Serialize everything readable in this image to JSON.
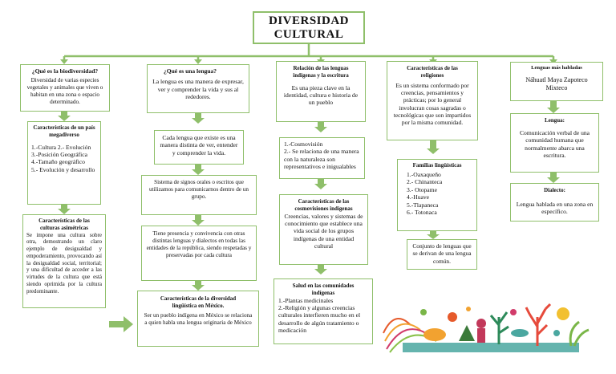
{
  "title_line1": "DIVERSIDAD",
  "title_line2": "CULTURAL",
  "col1": {
    "box1_title": "¿Qué es la biodiversidad?",
    "box1_text": "Diversidad de varias especies vegetales y animales que viven o habitan en una zona o espacio determinado.",
    "box2_title_a": "Características de un país",
    "box2_title_b": "megadiverso",
    "box2_items": [
      "1.-Cultura  2.- Evolución",
      "3.-Posición Geográfica",
      "4.-Tamaño geográfico",
      "5.- Evolución y desarrollo"
    ],
    "box3_title_a": "Características de las",
    "box3_title_b": "culturas asimétricas",
    "box3_text": "Se impone una cultura sobre otra, demostrando un claro ejemplo de desigualdad y empoderamiento, provocando así la desigualdad social, territorial; y una dificultad de acceder a las virtudes de la cultura que está siendo oprimida por la cultura predominante."
  },
  "col2": {
    "box1_title": "¿Qué es una lengua?",
    "box1_text": "La lengua es una manera de expresar, ver y comprender la vida y sus al rededores.",
    "box2_text": "Cada lengua que existe es una manera distinta de ver, entender y comprender la vida.",
    "box3_text": "Sistema de signos orales o escritos que utilizamos para comunicarnos dentro de un grupo.",
    "box4_text": "Tiene presencia y convivencia con otras distintas lenguas y dialectos en todas las entidades de la república, siendo respetadas y preservadas por cada cultura",
    "box5_title_a": "Características de la diversidad",
    "box5_title_b": "lingüística en México.",
    "box5_text": "Ser un pueblo indígena en México se relaciona a quien habla una lengua originaria de México"
  },
  "col3": {
    "box1_title_a": "Relación de las lenguas",
    "box1_title_b": "indígenas y la escritura",
    "box1_text": "Es una pieza clave en la identidad, cultura e historia de un pueblo",
    "box2_items": [
      "1.-Cosmovisión",
      "2.- Se relaciona de una manera con la naturaleza son representativos e inigualables"
    ],
    "box3_title_a": "Características de las",
    "box3_title_b": "cosmovisiones indígenas",
    "box3_text": "Creencias, valores y sistemas de conocimiento que establece una vida social de los grupos indígenas de una entidad cultural",
    "box4_title_a": "Salud en las comunidades",
    "box4_title_b": "indígenas",
    "box4_items": [
      "1.-Plantas medicinales",
      "2.-Religión y algunas creencias culturales interfieren mucho en el desarrollo de algún tratamiento o medicación"
    ]
  },
  "col4": {
    "box1_title_a": "Características de las",
    "box1_title_b": "religiones",
    "box1_text": "Es un sistema conformado por creencias, pensamientos y prácticas; por lo general involucran cosas sagradas o tecnológicas que son impartidos por la misma comunidad.",
    "box2_title": "Familias lingüísticas",
    "box2_items": [
      "1.-Oaxaqueño",
      "2.- Chinanteca",
      "3.- Otopame",
      "4.-Huave",
      "5.-Tlapaneca",
      "6.- Totonaca"
    ],
    "box3_text": "Conjunto de lenguas que se derivan de una lengua común."
  },
  "col5": {
    "box1_title": "Lenguas más habladas",
    "box1_line1": "Náhuatl Maya Zapoteco",
    "box1_line2": "Mixteco",
    "box2_title": "Lengua:",
    "box2_text": "Comunicación verbal de una comunidad humana que normalmente abarca una escritura.",
    "box3_title": "Dialecto:",
    "box3_text": "Lengua hablada en una zona en específico."
  },
  "colors": {
    "border": "#8fbf6a",
    "connector": "#8fbf6a",
    "title_border": "#8fbf6a"
  }
}
